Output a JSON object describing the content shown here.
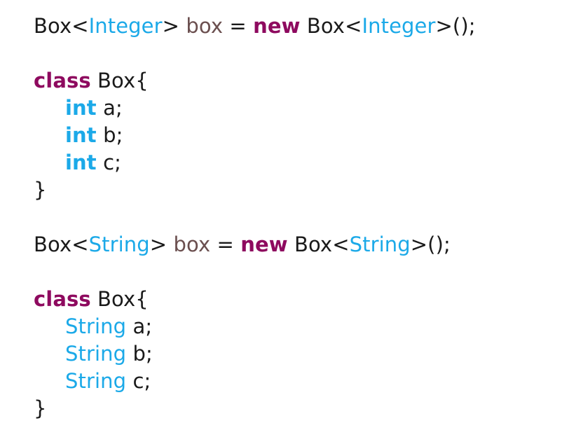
{
  "page": {
    "background": "#ffffff",
    "language": "java",
    "description": "Java generics example: Box<Integer> and Box<String> with expanded class definitions"
  },
  "colors": {
    "plain": "#1a1a1a",
    "type": "#1ba9e8",
    "variable": "#6b4f4f",
    "keyword": "#8e0a5f",
    "primitive": "#1ba9e8",
    "background": "#ffffff"
  },
  "blocks": [
    {
      "id": "integer-declaration",
      "lines": [
        {
          "id": "line-1",
          "indent": false,
          "tokens": [
            {
              "text": "Box<",
              "kind": "plain"
            },
            {
              "text": "Integer",
              "kind": "type"
            },
            {
              "text": "> ",
              "kind": "plain"
            },
            {
              "text": "box",
              "kind": "variable"
            },
            {
              "text": " = ",
              "kind": "plain"
            },
            {
              "text": "new",
              "kind": "keyword"
            },
            {
              "text": " Box<",
              "kind": "plain"
            },
            {
              "text": "Integer",
              "kind": "type"
            },
            {
              "text": ">();",
              "kind": "plain"
            }
          ]
        }
      ]
    },
    {
      "id": "integer-class",
      "lines": [
        {
          "id": "line-2",
          "indent": false,
          "tokens": [
            {
              "text": "class",
              "kind": "keyword"
            },
            {
              "text": " Box{",
              "kind": "plain"
            }
          ]
        },
        {
          "id": "line-3",
          "indent": true,
          "tokens": [
            {
              "text": "int",
              "kind": "primitive"
            },
            {
              "text": " a;",
              "kind": "plain"
            }
          ]
        },
        {
          "id": "line-4",
          "indent": true,
          "tokens": [
            {
              "text": "int",
              "kind": "primitive"
            },
            {
              "text": " b;",
              "kind": "plain"
            }
          ]
        },
        {
          "id": "line-5",
          "indent": true,
          "tokens": [
            {
              "text": "int",
              "kind": "primitive"
            },
            {
              "text": " c;",
              "kind": "plain"
            }
          ]
        },
        {
          "id": "line-6",
          "indent": false,
          "tokens": [
            {
              "text": "}",
              "kind": "plain"
            }
          ]
        }
      ]
    },
    {
      "id": "string-declaration",
      "lines": [
        {
          "id": "line-7",
          "indent": false,
          "tokens": [
            {
              "text": "Box<",
              "kind": "plain"
            },
            {
              "text": "String",
              "kind": "type"
            },
            {
              "text": "> ",
              "kind": "plain"
            },
            {
              "text": "box",
              "kind": "variable"
            },
            {
              "text": " = ",
              "kind": "plain"
            },
            {
              "text": "new",
              "kind": "keyword"
            },
            {
              "text": " Box<",
              "kind": "plain"
            },
            {
              "text": "String",
              "kind": "type"
            },
            {
              "text": ">();",
              "kind": "plain"
            }
          ]
        }
      ]
    },
    {
      "id": "string-class",
      "lines": [
        {
          "id": "line-8",
          "indent": false,
          "tokens": [
            {
              "text": "class",
              "kind": "keyword"
            },
            {
              "text": " Box{",
              "kind": "plain"
            }
          ]
        },
        {
          "id": "line-9",
          "indent": true,
          "tokens": [
            {
              "text": "String",
              "kind": "type"
            },
            {
              "text": " a;",
              "kind": "plain"
            }
          ]
        },
        {
          "id": "line-10",
          "indent": true,
          "tokens": [
            {
              "text": "String",
              "kind": "type"
            },
            {
              "text": " b;",
              "kind": "plain"
            }
          ]
        },
        {
          "id": "line-11",
          "indent": true,
          "tokens": [
            {
              "text": "String",
              "kind": "type"
            },
            {
              "text": " c;",
              "kind": "plain"
            }
          ]
        },
        {
          "id": "line-12",
          "indent": false,
          "tokens": [
            {
              "text": "}",
              "kind": "plain"
            }
          ]
        }
      ]
    }
  ]
}
